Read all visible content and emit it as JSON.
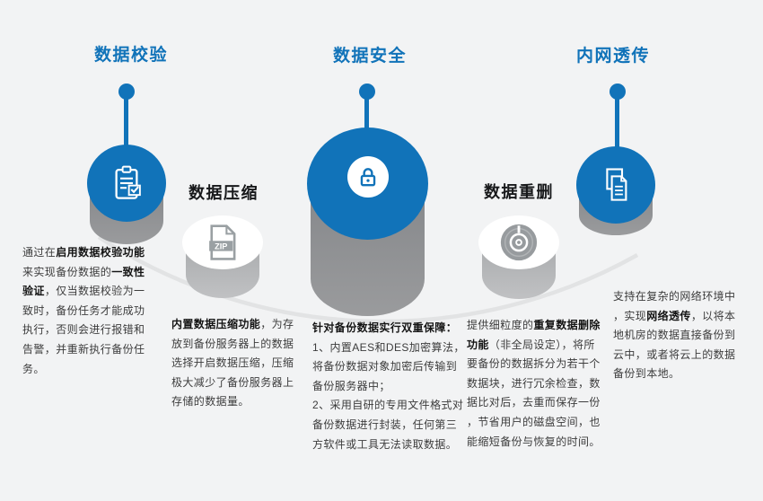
{
  "page": {
    "background": "#f2f3f4"
  },
  "colors": {
    "accent_blue": "#1173b9",
    "cylinder_gray": "#8f9193",
    "cylinder_light_gray": "#b5b6b8",
    "swoosh_gray": "#e2e3e4",
    "header_dark": "#17181a",
    "body_text": "#3c3c3c"
  },
  "features": [
    {
      "title": "数据校验",
      "icon": "clipboard-check-icon",
      "desc": [
        {
          "text": "通过在",
          "bold": false
        },
        {
          "text": "启用数据校验功能",
          "bold": true
        },
        {
          "text": "\n来实现备份数据的",
          "bold": false
        },
        {
          "text": "一致性\n验证",
          "bold": true
        },
        {
          "text": "，仅当数据校验为一\n致时，备份任务才能成功\n执行，否则会进行报错和\n告警，并重新执行备份任\n务。",
          "bold": false
        }
      ]
    },
    {
      "title": "数据压缩",
      "icon": "zip-file-icon",
      "zip_label": "ZIP",
      "desc": [
        {
          "text": "内置数据压缩功能",
          "bold": true
        },
        {
          "text": "，为存\n放到备份服务器上的数据\n选择开启数据压缩，压缩\n极大减少了备份服务器上\n存储的数据量。",
          "bold": false
        }
      ]
    },
    {
      "title": "数据安全",
      "icon": "lock-icon",
      "desc": [
        {
          "text": "针对备份数据实行双重保障：",
          "bold": true
        },
        {
          "text": "\n1、内置AES和DES加密算法，\n将备份数据对象加密后传输到\n备份服务器中；\n2、采用自研的专用文件格式对\n备份数据进行封装，任何第三\n方软件或工具无法读取数据。",
          "bold": false
        }
      ]
    },
    {
      "title": "数据重删",
      "icon": "disc-icon",
      "desc": [
        {
          "text": "提供细粒度的",
          "bold": false
        },
        {
          "text": "重复数据删除\n功能",
          "bold": true
        },
        {
          "text": "（非全局设定），将所\n要备份的数据拆分为若干个\n数据块，进行冗余检查，数\n据比对后，去重而保存一份\n，节省用户的磁盘空间，也\n能缩短备份与恢复的时间。",
          "bold": false
        }
      ]
    },
    {
      "title": "内网透传",
      "icon": "document-copy-icon",
      "desc": [
        {
          "text": "支持在复杂的网络环境中\n，实现",
          "bold": false
        },
        {
          "text": "网络透传",
          "bold": true
        },
        {
          "text": "，以将本\n地机房的数据直接备份到\n云中，或者将云上的数据\n备份到本地。",
          "bold": false
        }
      ]
    }
  ]
}
